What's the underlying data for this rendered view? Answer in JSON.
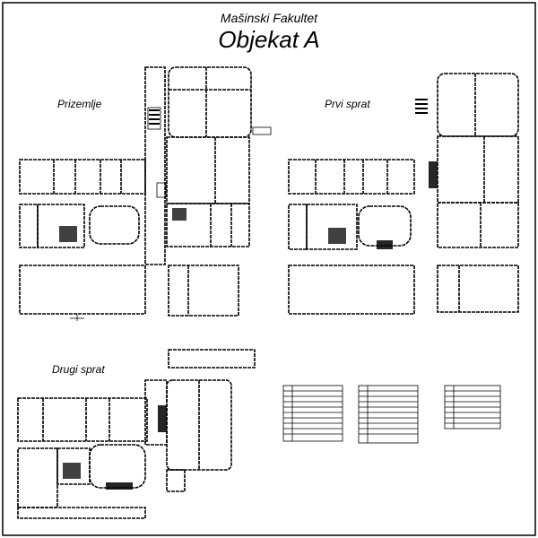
{
  "header": {
    "institution": "Mašinski Fakultet",
    "building": "Objekat A"
  },
  "floors": [
    {
      "id": "ground",
      "label": "Prizemlje"
    },
    {
      "id": "first",
      "label": "Prvi sprat"
    },
    {
      "id": "second",
      "label": "Drugi sprat"
    }
  ],
  "colors": {
    "background": "#ffffff",
    "line": "#000000"
  }
}
